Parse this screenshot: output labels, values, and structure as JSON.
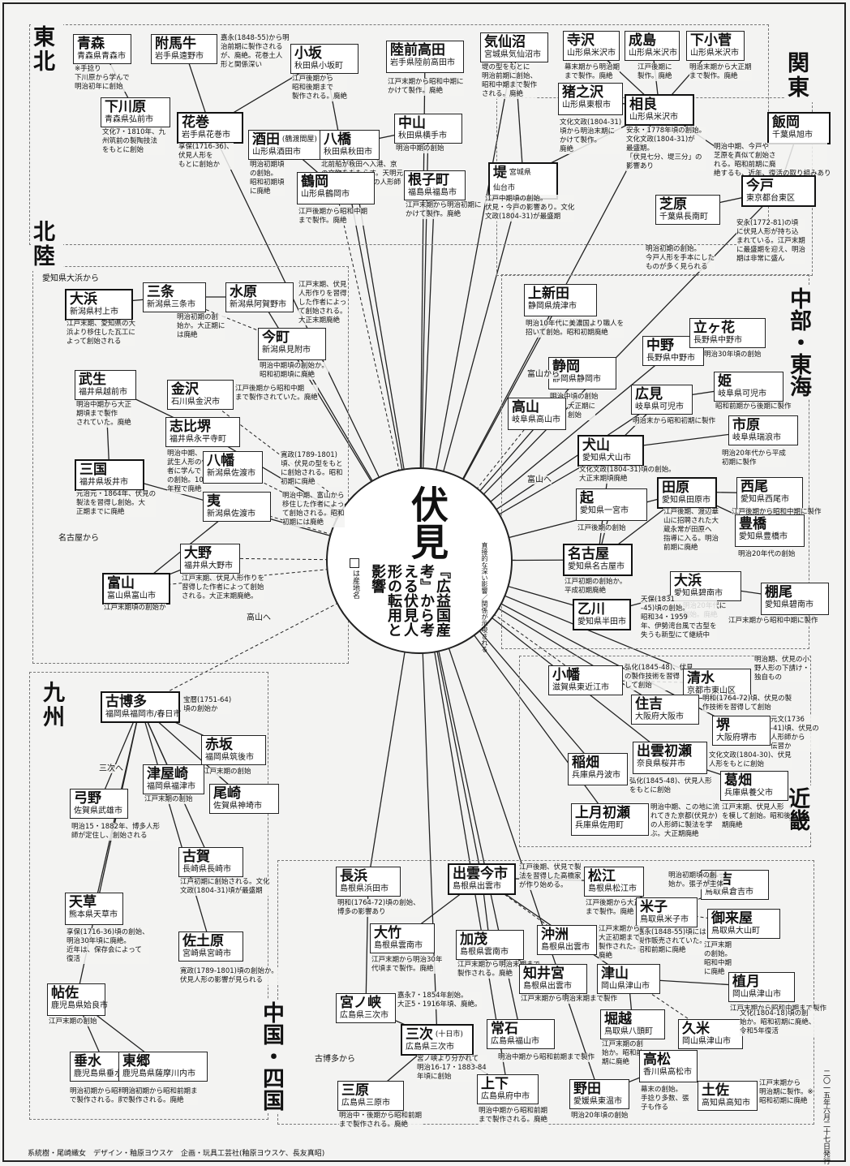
{
  "hub": {
    "title": "伏見",
    "subtitle": "『広益国産考』から考える伏見人形の転用と影響",
    "legend_key": "は産地名",
    "legend_lines": "直接的な深い影響／関係が示唆される"
  },
  "regions": [
    {
      "id": "tohoku",
      "label": "東北"
    },
    {
      "id": "kanto",
      "label": "関東"
    },
    {
      "id": "hokuriku",
      "label": "北陸"
    },
    {
      "id": "chubu",
      "label": "中部・東海"
    },
    {
      "id": "kyushu",
      "label": "九州"
    },
    {
      "id": "kinki",
      "label": "近畿"
    },
    {
      "id": "chugoku",
      "label": "中国・四国"
    }
  ],
  "nodes": [
    {
      "id": "aomori",
      "name": "青森",
      "loc": "青森県青森市",
      "note": "※手捻り\n下川原から学んで\n明治初年に創始"
    },
    {
      "id": "tsukimaushi",
      "name": "附馬牛",
      "loc": "岩手県遠野市",
      "note": "嘉永(1848-55)から明\n治前期に製作される\nが、廃絶。花巻土人\n形と関係深い"
    },
    {
      "id": "kosaka",
      "name": "小坂",
      "loc": "秋田県小坂町",
      "note": "江戸後期から\n昭和後期まで\n製作される。廃絶"
    },
    {
      "id": "rikuzentakata",
      "name": "陸前高田",
      "loc": "岩手県陸前高田市",
      "note": "江戸末期から昭和中期に\nかけて製作。廃絶"
    },
    {
      "id": "kesennuma",
      "name": "気仙沼",
      "loc": "宮城県気仙沼市",
      "note": "堤の型をもとに\n明治前期に創始、\n昭和中期まで製作\nされる。廃絶"
    },
    {
      "id": "terasawa",
      "name": "寺沢",
      "loc": "山形県米沢市",
      "note": "幕末期から明治期\nまで製作。廃絶"
    },
    {
      "id": "narushima",
      "name": "成島",
      "loc": "山形県米沢市",
      "note": "江戸後期に\n製作。廃絶"
    },
    {
      "id": "shimokosuge",
      "name": "下小菅",
      "loc": "山形県米沢市",
      "note": "明治末期から大正期\nまで製作。廃絶"
    },
    {
      "id": "shimokawara",
      "name": "下川原",
      "loc": "青森県弘前市",
      "note": "文化7・1810年、九\n州筑前の製陶技法\nをもとに創始"
    },
    {
      "id": "hanamaki",
      "name": "花巻",
      "loc": "岩手県花巻市",
      "note": "享保(1716-36)、\n伏見人形を\nもとに創始か"
    },
    {
      "id": "sakata",
      "name": "酒田",
      "sub": "(鶴渡間屋)",
      "loc": "山形県酒田市",
      "note": "明治初期頃\nの創始。\n昭和初期頃\nに廃絶"
    },
    {
      "id": "yatsuhashi",
      "name": "八橋",
      "loc": "秋田県秋田市",
      "note": "北前船が秋田へ入港、京\nの文物をもたらす。天明元\n・1781年、伏見の人形師\nが移住し、創始"
    },
    {
      "id": "nakayama",
      "name": "中山",
      "loc": "秋田県横手市",
      "note": "明治中期の創始"
    },
    {
      "id": "tsurugaoka",
      "name": "鶴岡",
      "loc": "山形県鶴岡市",
      "note": "江戸後期から昭和中期\nまで製作。廃絶"
    },
    {
      "id": "nekomachi",
      "name": "根子町",
      "loc": "福島県福島市",
      "note": "江戸末期から明治初期に\nかけて製作。廃絶"
    },
    {
      "id": "tsutsumi",
      "name": "堤",
      "sub": "宮城県\n仙台市",
      "loc": "",
      "note": "江戸中期頃の創始。\n伏見・今戸の影響あり。文化\n文政(1804-31)が最盛期"
    },
    {
      "id": "inokozawa",
      "name": "猪之沢",
      "loc": "山形県東根市",
      "note": "文化文政(1804-31)\n頃から明治末期に\nかけて製作。\n廃絶"
    },
    {
      "id": "sagara",
      "name": "相良",
      "loc": "山形県米沢市",
      "note": "安永・1778年頃の創始。\n文化文政(1804-31)が\n最盛期。\n「伏見七分、堤三分」の\n影響あり"
    },
    {
      "id": "iioka",
      "name": "飯岡",
      "loc": "千葉県旭市",
      "note": "明治中期、今戸や\n芝原を真似て創始さ\nれる。昭和前期に廃\n絶するも、近年、復活の取り組みあり"
    },
    {
      "id": "imado",
      "name": "今戸",
      "loc": "東京都台東区",
      "note": "安永(1772-81)の頃\nに伏見人形が持ち込\nまれている。江戸末期\nに最盛期を迎え、明治\n期は非常に盛ん"
    },
    {
      "id": "shibahara",
      "name": "芝原",
      "loc": "千葉県長南町",
      "note": "明治初期の創始。\n今戸人形を手本にした\nものが多く見られる"
    },
    {
      "id": "aichi_obama",
      "name": "大浜",
      "loc": "新潟県村上市",
      "note": "江戸末期、愛知県の大\n浜より移住した瓦工に\nよって創始される"
    },
    {
      "id": "sanjo",
      "name": "三条",
      "loc": "新潟県三条市",
      "note": "明治初期の創\n始か。大正期に\nは廃絶"
    },
    {
      "id": "mizuhara",
      "name": "水原",
      "loc": "新潟県阿賀野市",
      "note": "江戸末期、伏見\n人形作りを習得\nした作者によっ\nて創始される。\n大正末期廃絶"
    },
    {
      "id": "imamachi",
      "name": "今町",
      "loc": "新潟県見附市",
      "note": "明治中期頃の創始か。\n昭和初期頃に廃絶"
    },
    {
      "id": "takefu",
      "name": "武生",
      "loc": "福井県越前市",
      "note": "明治中期から大正\n期頃まで製作\nされていた。廃絶"
    },
    {
      "id": "kanazawa",
      "name": "金沢",
      "loc": "石川県金沢市",
      "note": "江戸後期から昭和中期\nまで製作されていた。廃絶"
    },
    {
      "id": "shihiro",
      "name": "志比堺",
      "loc": "福井県永平寺町",
      "note": "明治中期、\n武生人形の作\n者に学んで\nの創始。10\n年程で廃絶"
    },
    {
      "id": "yawata",
      "name": "八幡",
      "loc": "新潟県佐渡市",
      "note": "寛政(1789-1801)\n頃、伏見の型をもと\nに創始される。昭和\n初期に廃絶"
    },
    {
      "id": "mikuni",
      "name": "三国",
      "loc": "福井県坂井市",
      "note": "元治元・1864年、伏見の\n製法を習得し創始。大\n正期までに廃絶"
    },
    {
      "id": "ebisu",
      "name": "夷",
      "loc": "新潟県佐渡市",
      "note": "明治中期、富山から\n移住した作者によっ\nて創始される。昭和\n初期には廃絶"
    },
    {
      "id": "ono",
      "name": "大野",
      "loc": "福井県大野市",
      "note": "江戸末期、伏見人形作りを\n習得した作者によって創始\nされる。大正末期廃絶。"
    },
    {
      "id": "toyama",
      "name": "富山",
      "loc": "富山県富山市",
      "note": "江戸末期頃の創始か"
    },
    {
      "id": "kamishinden",
      "name": "上新田",
      "loc": "静岡県焼津市",
      "note": "明治10年代に美濃国より職人を\n招いて創始。昭和初期廃絶"
    },
    {
      "id": "nakano",
      "name": "中野",
      "loc": "長野県中野市",
      "note": ""
    },
    {
      "id": "tategahana",
      "name": "立ヶ花",
      "loc": "長野県中野市",
      "note": "明治30年頃の創始"
    },
    {
      "id": "shizuoka",
      "name": "静岡",
      "loc": "静岡県静岡市",
      "note": "明治中頃の創始"
    },
    {
      "id": "hiromi",
      "name": "広見",
      "loc": "岐阜県可児市",
      "note": "明治末から昭和初期に製作"
    },
    {
      "id": "hime",
      "name": "姫",
      "loc": "岐阜県可児市",
      "note": "昭和前期から後期に製作"
    },
    {
      "id": "takayama",
      "name": "高山",
      "loc": "岐阜県高山市",
      "note": "大正期に\n創始"
    },
    {
      "id": "ichihara",
      "name": "市原",
      "loc": "岐阜県瑞浪市",
      "note": "明治20年代から平成\n初期に製作"
    },
    {
      "id": "inuyama",
      "name": "犬山",
      "loc": "愛知県犬山市",
      "note": "文化文政(1804-31)頃の創始。\n大正末期頃廃絶"
    },
    {
      "id": "okoshi",
      "name": "起",
      "loc": "愛知県一宮市",
      "note": "江戸後期の創始"
    },
    {
      "id": "tahara",
      "name": "田原",
      "loc": "愛知県田原市",
      "note": "江戸後期、渡辺華\n山に招聘された大\n蔵永常が田原へ\n指導に入る。明治\n前期に廃絶"
    },
    {
      "id": "nishio",
      "name": "西尾",
      "loc": "愛知県西尾市",
      "note": "江戸後期から昭和中期に製作"
    },
    {
      "id": "toyohashi",
      "name": "豊橋",
      "loc": "愛知県豊橋市",
      "note": "明治20年代の創始"
    },
    {
      "id": "nagoya",
      "name": "名古屋",
      "loc": "愛知県名古屋市",
      "note": "江戸初期の創始か。\n平成初期廃絶"
    },
    {
      "id": "hekinan_ohama",
      "name": "大浜",
      "loc": "愛知県碧南市",
      "note": "明治20年代に\n創始。廃絶"
    },
    {
      "id": "tanao",
      "name": "棚尾",
      "loc": "愛知県碧南市",
      "note": "江戸末期から昭和中期に製作"
    },
    {
      "id": "otogawa",
      "name": "乙川",
      "loc": "愛知県半田市",
      "note": "天保(1831\n-45)頃の創始。\n昭和34・1959\n年、伊勢湾台風で古型を\n失うも新型にて継続中"
    },
    {
      "id": "kobata",
      "name": "小幡",
      "loc": "滋賀県東近江市",
      "note": "弘化(1845-48)、伏見\nの製作技術を習得\nして創始"
    },
    {
      "id": "kiyomizu",
      "name": "清水",
      "loc": "京都市東山区",
      "note": "明治期、伏見の小\n野人形の下請け・\n独自もの"
    },
    {
      "id": "sumiyoshi",
      "name": "住吉",
      "loc": "大阪府大阪市",
      "note": "明和(1764-72)頃、伏見の製\n作技術を習得して創始"
    },
    {
      "id": "sakai",
      "name": "堺",
      "loc": "大阪府堺市",
      "note": "元文(1736\n-41)頃、伏見の\n人形師から\n伝習か"
    },
    {
      "id": "izumohatsuse",
      "name": "出雲初瀬",
      "loc": "奈良県桜井市",
      "note": "文化文政(1804-30)、伏見\n人形をもとに創始"
    },
    {
      "id": "inahata",
      "name": "稲畑",
      "loc": "兵庫県丹波市",
      "note": "弘化(1845-48)、伏見人形\nをもとに創始"
    },
    {
      "id": "kuzuhata",
      "name": "葛畑",
      "loc": "兵庫県養父市",
      "note": "江戸末期、伏見人形\nを模して創始。昭和後\n期廃絶"
    },
    {
      "id": "kamitsukihatsuse",
      "name": "上月初瀬",
      "loc": "兵庫県佐用町",
      "note": "明治中期、この地に流\nれてきた京都(伏見か)\nの人形師に製法を学\nぶ。大正期廃絶"
    },
    {
      "id": "furuhakata",
      "name": "古博多",
      "loc": "福岡県福岡市/春日市",
      "note": "宝暦(1751-64)\n頃の創始か"
    },
    {
      "id": "akasaka",
      "name": "赤坂",
      "loc": "福岡県筑後市",
      "note": "江戸末期の創始"
    },
    {
      "id": "tsuyazaki",
      "name": "津屋崎",
      "loc": "福岡県福津市",
      "note": "江戸末期の創始"
    },
    {
      "id": "ozaki",
      "name": "尾崎",
      "loc": "佐賀県神埼市",
      "note": ""
    },
    {
      "id": "yuno",
      "name": "弓野",
      "loc": "佐賀県武雄市",
      "note": "明治15・1882年、博多人形\n師が定住し、創始される"
    },
    {
      "id": "koga",
      "name": "古賀",
      "loc": "長崎県長崎市",
      "note": "江戸初期に創始される。文化\n文政(1804-31)頃が最盛期"
    },
    {
      "id": "amakusa",
      "name": "天草",
      "loc": "熊本県天草市",
      "note": "享保(1716-36)頃の創始、\n明治30年頃に廃絶。\n近年は、保存会によって\n復活"
    },
    {
      "id": "sadowara",
      "name": "佐土原",
      "loc": "宮崎県宮崎市",
      "note": "寛政(1789-1801)頃の創始か。\n伏見人形の影響が見られる"
    },
    {
      "id": "chosa",
      "name": "帖佐",
      "loc": "鹿児島県姶良市",
      "note": "江戸末期の創始"
    },
    {
      "id": "tarumizu",
      "name": "垂水",
      "loc": "鹿児島県垂水市",
      "note": "明治初期から昭和前期ま\nで製作される。廃絶"
    },
    {
      "id": "togo",
      "name": "東郷",
      "loc": "鹿児島県薩摩川内市",
      "note": "明治初期から昭和前期ま\nで製作される。廃絶"
    },
    {
      "id": "nagahama",
      "name": "長浜",
      "loc": "島根県浜田市",
      "note": "明和(1764-72)頃の創始、\n博多の影響あり"
    },
    {
      "id": "izumoimaichi",
      "name": "出雲今市",
      "loc": "島根県出雲市",
      "note": "江戸後期、伏見で製\n法を習得した高橋家\nが作り始める。"
    },
    {
      "id": "matsue",
      "name": "松江",
      "loc": "島根県松江市",
      "note": "江戸後期から大正初期\nまで製作。廃絶"
    },
    {
      "id": "kurayoshi",
      "name": "倉吉",
      "loc": "鳥取県倉吉市",
      "note": "明治初期頃の創\n始か。張子が主体"
    },
    {
      "id": "yonago",
      "name": "米子",
      "loc": "鳥取県米子市",
      "note": "嘉永(1848-55)頃には\n製作販売されていた。\n昭和前期に廃絶"
    },
    {
      "id": "gokuraiya",
      "name": "御来屋",
      "loc": "鳥取県大山町",
      "note": "江戸末期\nの創始。\n昭和中期\nに廃絶"
    },
    {
      "id": "otake",
      "name": "大竹",
      "loc": "島根県雲南市",
      "note": "江戸末期から明治30年\n代頃まで製作。廃絶"
    },
    {
      "id": "kamo",
      "name": "加茂",
      "loc": "島根県雲南市",
      "note": "江戸末期から明治末期まで\n製作される。廃絶"
    },
    {
      "id": "okinosu",
      "name": "沖洲",
      "loc": "島根県出雲市",
      "note": "江戸末期から\n大正初期まで\n製作された。\n廃絶"
    },
    {
      "id": "chiimiya",
      "name": "知井宮",
      "loc": "島根県出雲市",
      "note": "江戸末期から明治末期まで製作"
    },
    {
      "id": "tsuyama",
      "name": "津山",
      "loc": "岡山県津山市",
      "note": "江戸末期の創始か。\n昭和前期に廃絶"
    },
    {
      "id": "uetsuki",
      "name": "植月",
      "loc": "岡山県津山市",
      "note": "江戸末期から昭和中期まで製作"
    },
    {
      "id": "miyanokyo",
      "name": "宮ノ峡",
      "loc": "広島県三次市",
      "note": "嘉永7・1854年創始。\n大正5・1916年頃、廃絶。"
    },
    {
      "id": "horikoshi",
      "name": "堀越",
      "loc": "鳥取県八頭町",
      "note": "江戸末期の創\n始か。昭和前\n期に廃絶"
    },
    {
      "id": "kume",
      "name": "久米",
      "loc": "岡山県津山市",
      "note": "文化(1804-18)頃の創\n始か。昭和初期に廃絶、\n令和5年復活"
    },
    {
      "id": "miyoshi",
      "name": "三次",
      "sub": "(十日市)",
      "loc": "広島県三次市",
      "note": "宮ノ峡より分かれて\n明治16-17・1883-84\n年頃に創始"
    },
    {
      "id": "tsuneishi",
      "name": "常石",
      "loc": "広島県福山市",
      "note": "明治中期から昭和前期まで製作"
    },
    {
      "id": "takamatsu",
      "name": "高松",
      "loc": "香川県高松市",
      "note": "幕末の創始。\n手捻り多数、張\n子も作る"
    },
    {
      "id": "mihara",
      "name": "三原",
      "loc": "広島県三原市",
      "note": "明治中・後期から昭和前期\nまで製作される。廃絶"
    },
    {
      "id": "joge",
      "name": "上下",
      "loc": "広島県府中市",
      "note": "明治中期から昭和前期\nまで製作される。廃絶"
    },
    {
      "id": "noda",
      "name": "野田",
      "loc": "愛媛県東温市",
      "note": "明治20年頃の創始"
    },
    {
      "id": "tosa",
      "name": "土佐",
      "loc": "高知県高知市",
      "note": "江戸末期から\n明治期に製作。※\n昭和初期に廃絶"
    }
  ],
  "labels": {
    "aichi_from": "愛知県大浜から",
    "nagoya_from": "名古屋から",
    "takayama_to": "高山へ",
    "toyama_from": "富山から",
    "toyama_to": "富山へ",
    "miyoshi_to": "三次へ",
    "furuhakata_from": "古博多から"
  },
  "footer": {
    "credits": "系統樹・尾崎織女　デザイン・釉原ヨウスケ　企画・玩具工芸社(釉原ヨウスケ、長友真昭)",
    "pubdate": "二〇一五年六月二十七日発行"
  }
}
